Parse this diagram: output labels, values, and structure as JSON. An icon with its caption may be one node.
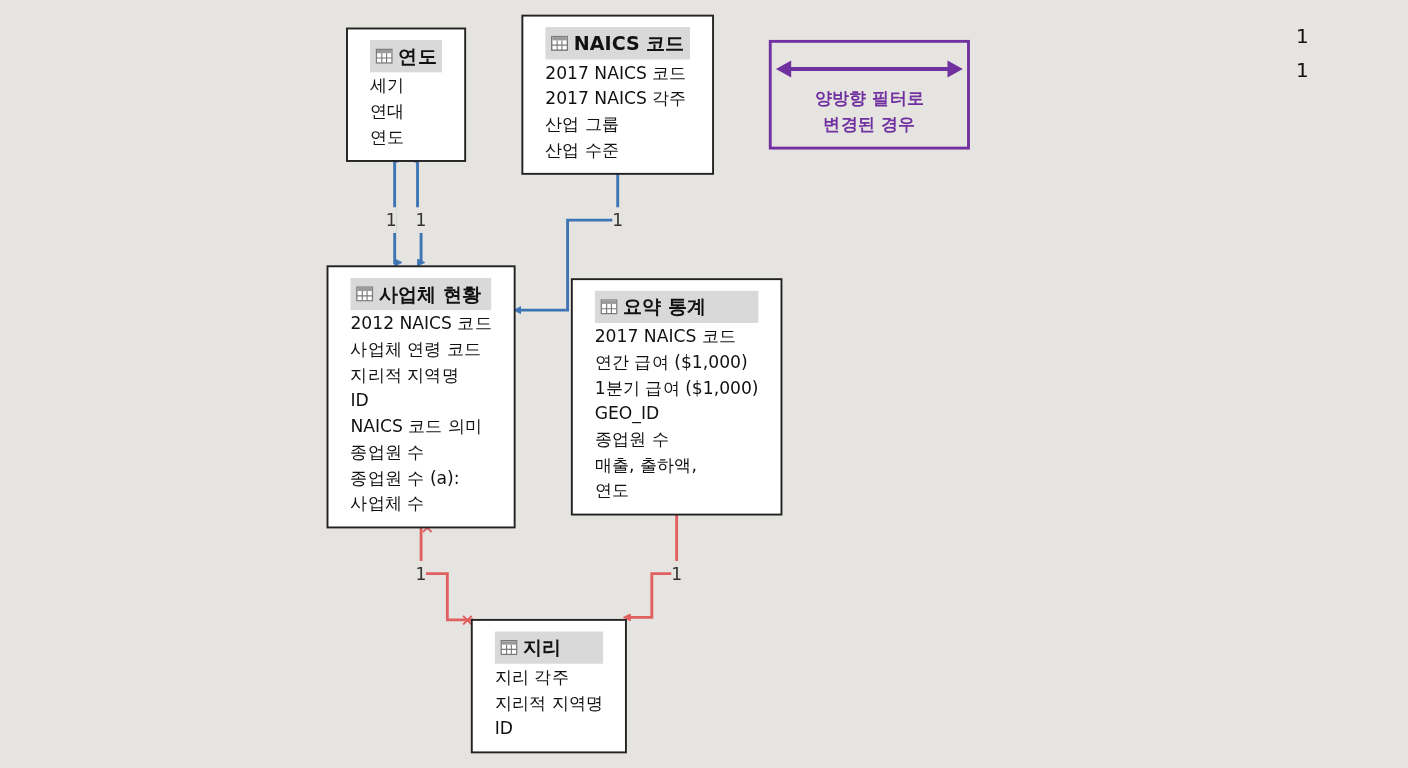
{
  "diagram": {
    "nodes": [
      {
        "text": [
          "연도",
          "세기",
          "연대",
          "연도"
        ]
      },
      {
        "text": [
          "NAICS 코드",
          "2017 NAICS 코드",
          "2017 NAICS 각주",
          "산업 그룹",
          "산업 수준"
        ]
      },
      {
        "text": [
          "양방향 필터로 변경된 경우"
        ]
      },
      {
        "text": [
          "요약 통계",
          "2017 NAICS 코드",
          "연간 급여 ($1,000)",
          "1분기 급여 ($1,000)",
          "GEO_ID",
          "종업원 수",
          "매출, 출하액,",
          "연도"
        ]
      },
      {
        "text": [
          "사업체 현황",
          "2012 NAICS 코드",
          "사업체 연령 코드",
          "지리적 지역명",
          "ID",
          "NAICS 코드 의미",
          "종업원 수",
          "종업원 수 (a):",
          "사업체 수"
        ]
      },
      {
        "text": [
          "지리",
          "지리 각주",
          "지리적 지역명",
          "ID"
        ]
      }
    ],
    "edges": [
      {
        "from": 0,
        "to": 4,
        "arrow": "to",
        "label": "1"
      },
      {
        "from": 0,
        "to": 4,
        "arrow": "to",
        "label": "1"
      },
      {
        "from": 1,
        "to": 4,
        "arrow": "to",
        "label": "1"
      },
      {
        "from": 4,
        "to": 5,
        "arrow": "other",
        "label": "1",
        "color": "#e06060"
      },
      {
        "from": 3,
        "to": 5,
        "arrow": "to",
        "label": "1",
        "color": "#e06060"
      }
    ],
    "labels": [
      "1",
      "1"
    ]
  }
}
